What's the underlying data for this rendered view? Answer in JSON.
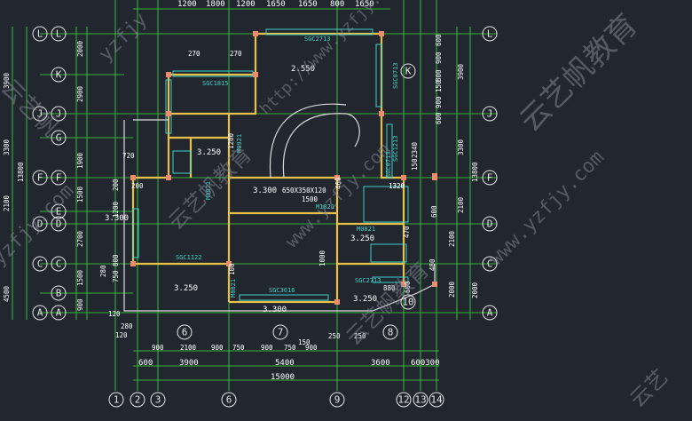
{
  "drawing": {
    "colors": {
      "background": "#21262f",
      "axis": "#3be23b",
      "wall": "#e8c14a",
      "window": "#3fd3c8",
      "column": "#f08a6b",
      "text": "#ffffff"
    },
    "top_dims": [
      "1200",
      "1800",
      "1200",
      "1650",
      "1650",
      "800",
      "1650"
    ],
    "bottom_dims_row1": [
      "900",
      "2100",
      "900",
      "750",
      "900",
      "750",
      "900"
    ],
    "bottom_dims_row2": [
      "600",
      "3900",
      "5400",
      "3600",
      "600300"
    ],
    "bottom_total": "15000",
    "bottom_axes": [
      "1",
      "2",
      "3",
      "6",
      "9",
      "12",
      "13",
      "14"
    ],
    "left_axes": [
      "L",
      "K",
      "J",
      "G",
      "F",
      "E",
      "D",
      "C",
      "B",
      "A"
    ],
    "right_axes": [
      "L",
      "J",
      "F",
      "D",
      "C",
      "A"
    ],
    "left_dims": [
      "2000",
      "2900",
      "1900",
      "1500",
      "2700",
      "1500",
      "900"
    ],
    "left_outer_dims": [
      "3900",
      "3300",
      "13800",
      "2100",
      "4500"
    ],
    "left_inner_dims": [
      "720",
      "200",
      "1200",
      "800",
      "750",
      "280",
      "120"
    ],
    "right_dims": [
      "600",
      "900",
      "800",
      "150",
      "900",
      "600",
      "2340",
      "150",
      "1320",
      "600",
      "2100",
      "480",
      "2000"
    ],
    "right_outer_dims": [
      "3900",
      "3300",
      "13800",
      "2100",
      "2000"
    ],
    "plan_labels": {
      "win_top": "SGC2713",
      "win_left_top": "SGC1815",
      "win_right_top": "SGC0713",
      "win_right_mid": "SGC1213",
      "win_left_bay": "SGC1122",
      "win_bottom": "SGC3616",
      "win_right_bottom": "SGC2713",
      "door_1": "M0921",
      "door_2": "M0821",
      "door_3": "M0821",
      "door_4": "M1821",
      "door_5": "M0821",
      "door_6": "SGC0713",
      "elev_1": "2.550",
      "elev_2": "3.250",
      "elev_3": "3.300",
      "elev_4": "3.300",
      "elev_5": "3.250",
      "elev_6": "3.250",
      "elev_7": "3.250",
      "elev_8": "3.300",
      "beam": "650X350X120",
      "beam_len": "1500",
      "d270a": "270",
      "d270b": "270",
      "d1200": "1200",
      "d1000": "1000",
      "d1320": "1320",
      "d880": "880",
      "d600": "600",
      "d200": "200",
      "d250a": "250",
      "d250b": "250",
      "d150": "150",
      "d280": "280",
      "d120": "120",
      "d460": "460",
      "d470": "470",
      "d100": "100"
    },
    "bubbles_bottom_inplan": [
      "6",
      "7",
      "8",
      "10"
    ],
    "watermarks": [
      "云艺帆教育",
      "www.yzfjy.com",
      "yzfjy",
      "http://www.yzfjy.com",
      "云艺帆",
      "www.yzfjy.com",
      "云艺帆教育",
      "yzfjy.com",
      "云艺帆教育",
      "云艺"
    ]
  }
}
